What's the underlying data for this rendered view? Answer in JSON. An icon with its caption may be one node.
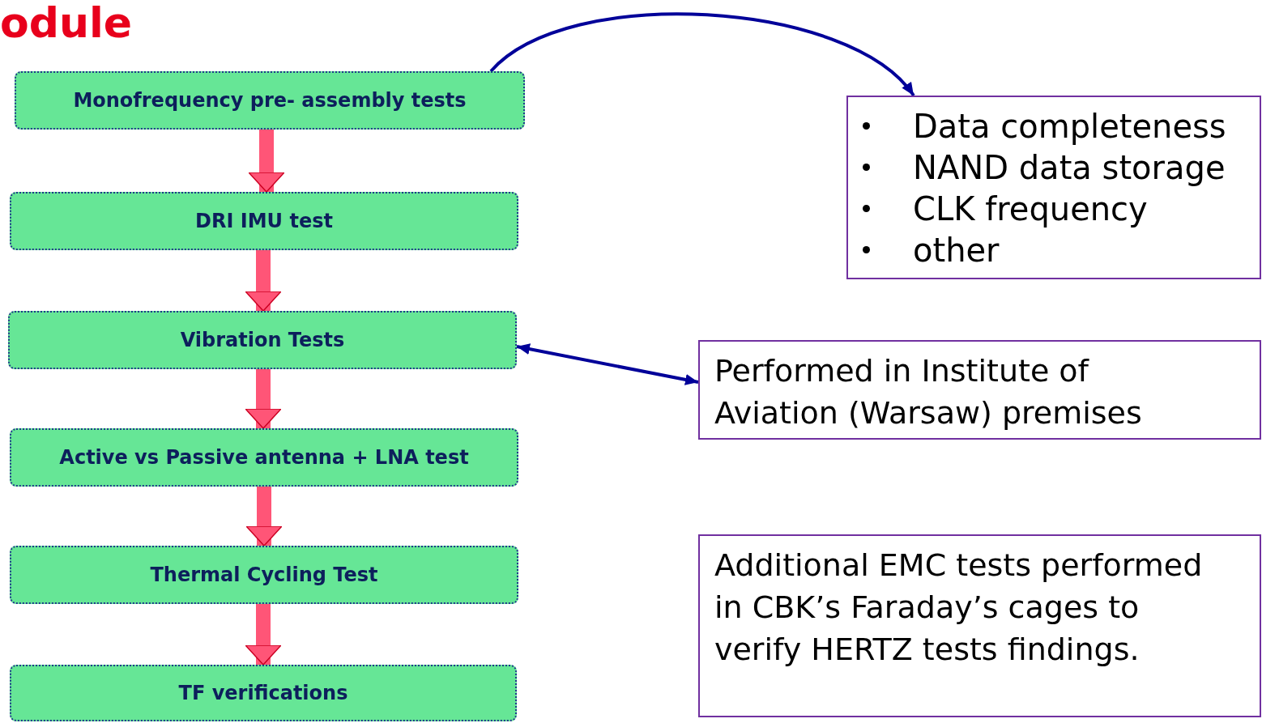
{
  "diagram": {
    "title": "odule",
    "nodes": [
      {
        "text": [
          "Monofrequency pre- assembly tests"
        ]
      },
      {
        "text": [
          "DRI IMU test"
        ]
      },
      {
        "text": [
          "Vibration Tests"
        ]
      },
      {
        "text": [
          "Active vs Passive antenna + LNA test"
        ]
      },
      {
        "text": [
          "Thermal Cycling Test"
        ]
      },
      {
        "text": [
          "TF verifications"
        ]
      },
      {
        "text": [
          "Data completeness",
          "NAND data storage",
          "CLK frequency",
          "other"
        ]
      },
      {
        "text": [
          "Performed in Institute of Aviation (Warsaw) premises"
        ]
      },
      {
        "text": [
          "Additional EMC tests performed in CBK’s Faraday’s cages to verify  HERTZ tests findings."
        ]
      }
    ],
    "edges": [
      {
        "from": 0,
        "to": 1,
        "arrow": "to"
      },
      {
        "from": 1,
        "to": 2,
        "arrow": "to"
      },
      {
        "from": 2,
        "to": 3,
        "arrow": "to"
      },
      {
        "from": 3,
        "to": 4,
        "arrow": "to"
      },
      {
        "from": 4,
        "to": 5,
        "arrow": "to"
      },
      {
        "from": 0,
        "to": 6,
        "arrow": "to",
        "color": "#000099"
      },
      {
        "from": 2,
        "to": 7,
        "arrow": "both",
        "color": "#000099"
      }
    ]
  }
}
